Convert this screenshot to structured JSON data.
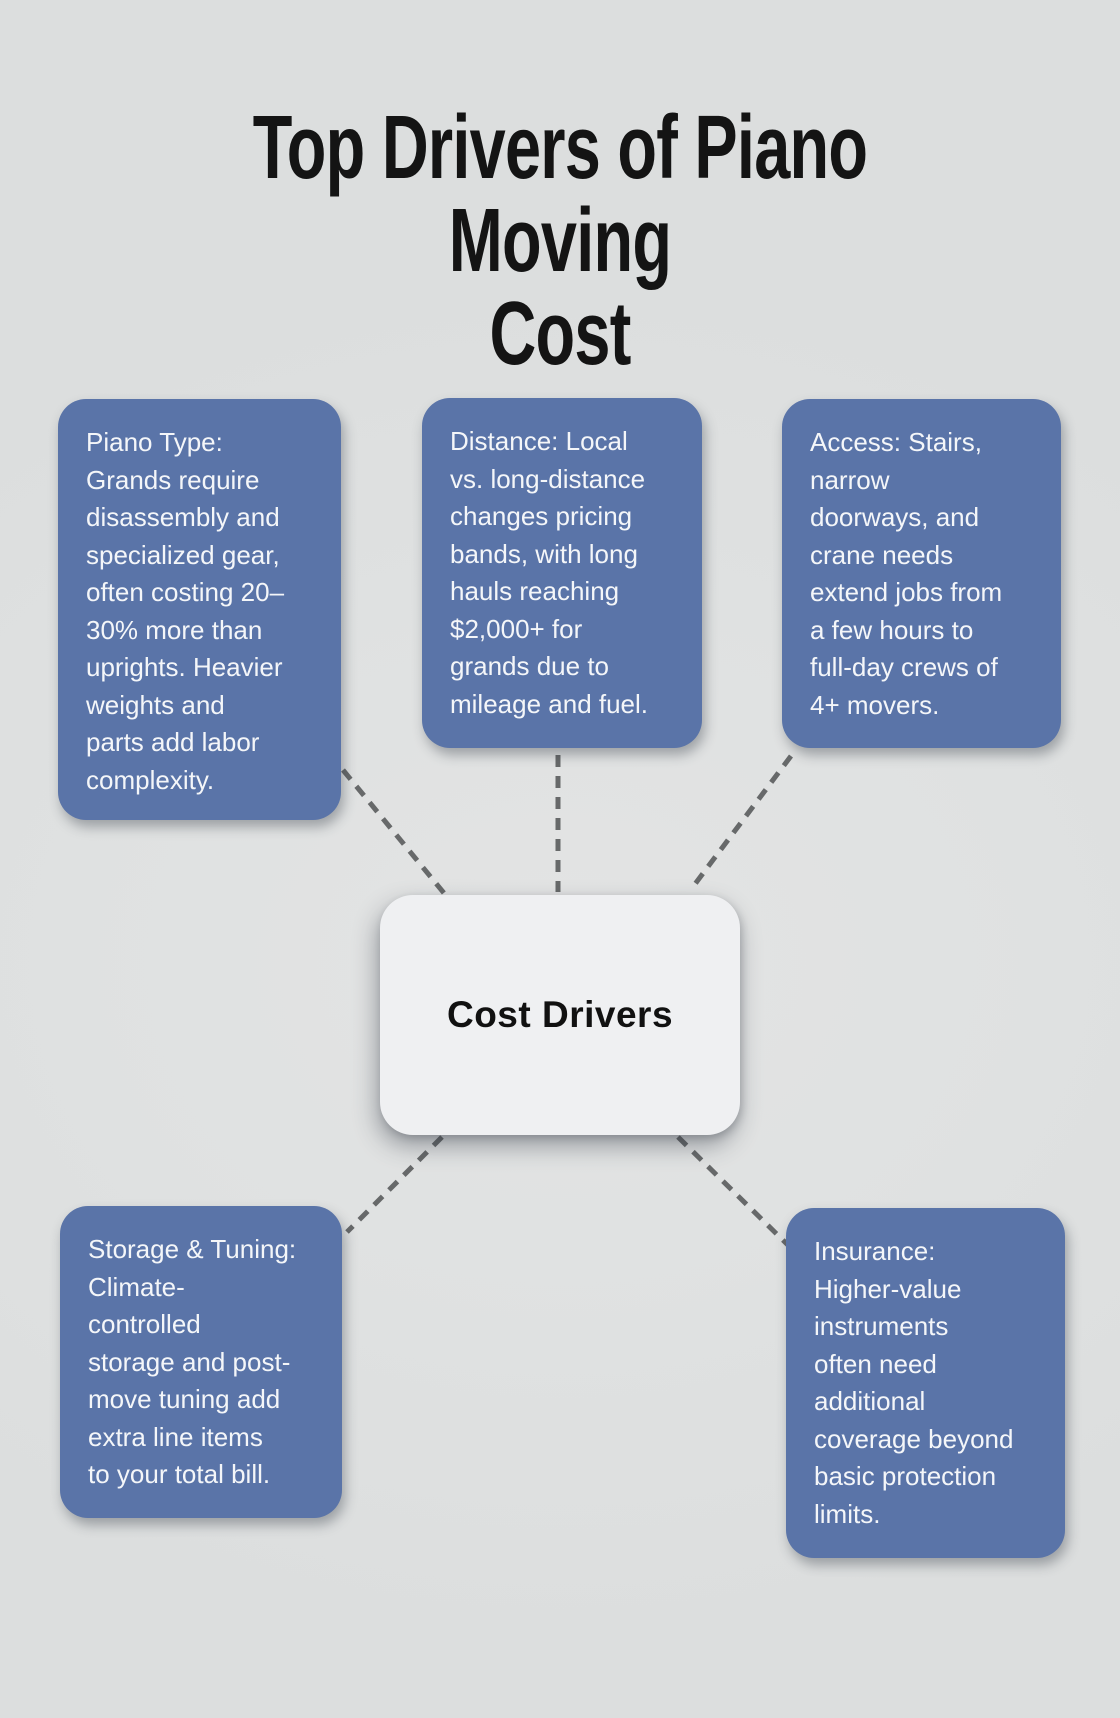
{
  "title": {
    "text": "Top Drivers of Piano Moving\nCost"
  },
  "center_node": {
    "label": "Cost Drivers"
  },
  "nodes": [
    {
      "id": "piano-type",
      "text": "Piano Type:\nGrands require\ndisassembly and\nspecialized gear,\noften costing 20–\n30% more than\nuprights. Heavier\nweights and\nparts add labor\ncomplexity."
    },
    {
      "id": "distance",
      "text": "Distance: Local\nvs. long-distance\nchanges pricing\nbands, with long\nhauls reaching\n$2,000+ for\ngrands due to\nmileage and fuel."
    },
    {
      "id": "access",
      "text": "Access: Stairs,\nnarrow\ndoorways, and\ncrane needs\nextend jobs from\na few hours to\nfull-day crews of\n4+ movers."
    },
    {
      "id": "storage-tuning",
      "text": "Storage & Tuning:\nClimate-\ncontrolled\nstorage and post-\nmove tuning add\nextra line items\nto your total bill."
    },
    {
      "id": "insurance",
      "text": "Insurance:\nHigher-value\ninstruments\noften need\nadditional\ncoverage beyond\nbasic protection\nlimits."
    }
  ],
  "colors": {
    "background": "#dfe1e1",
    "node_fill": "#5a74a8",
    "node_text": "#f4f6f9",
    "center_fill": "#eff0f2",
    "center_text": "#111111",
    "connector": "#67696a",
    "title_text": "#141414"
  }
}
